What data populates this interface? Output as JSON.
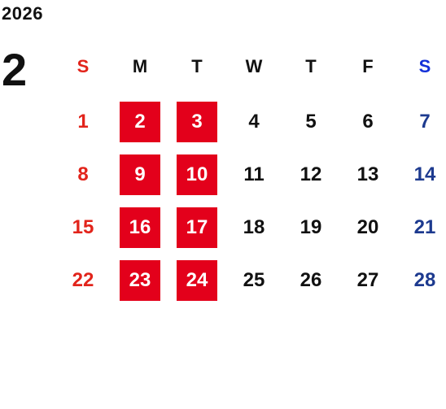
{
  "calendar": {
    "year": "2026",
    "month": "2",
    "weekdays": [
      "S",
      "M",
      "T",
      "W",
      "T",
      "F",
      "S"
    ],
    "weeks": [
      [
        "1",
        "2",
        "3",
        "4",
        "5",
        "6",
        "7"
      ],
      [
        "8",
        "9",
        "10",
        "11",
        "12",
        "13",
        "14"
      ],
      [
        "15",
        "16",
        "17",
        "18",
        "19",
        "20",
        "21"
      ],
      [
        "22",
        "23",
        "24",
        "25",
        "26",
        "27",
        "28"
      ]
    ],
    "highlighted_days": [
      "2",
      "3",
      "9",
      "10",
      "16",
      "17",
      "23",
      "24"
    ]
  },
  "colors": {
    "sunday": "#e2241b",
    "saturday_header": "#1431d8",
    "saturday_dates": "#1d3a8f",
    "highlight_bg": "#e3001b",
    "highlight_text": "#ffffff",
    "default_text": "#111111"
  }
}
